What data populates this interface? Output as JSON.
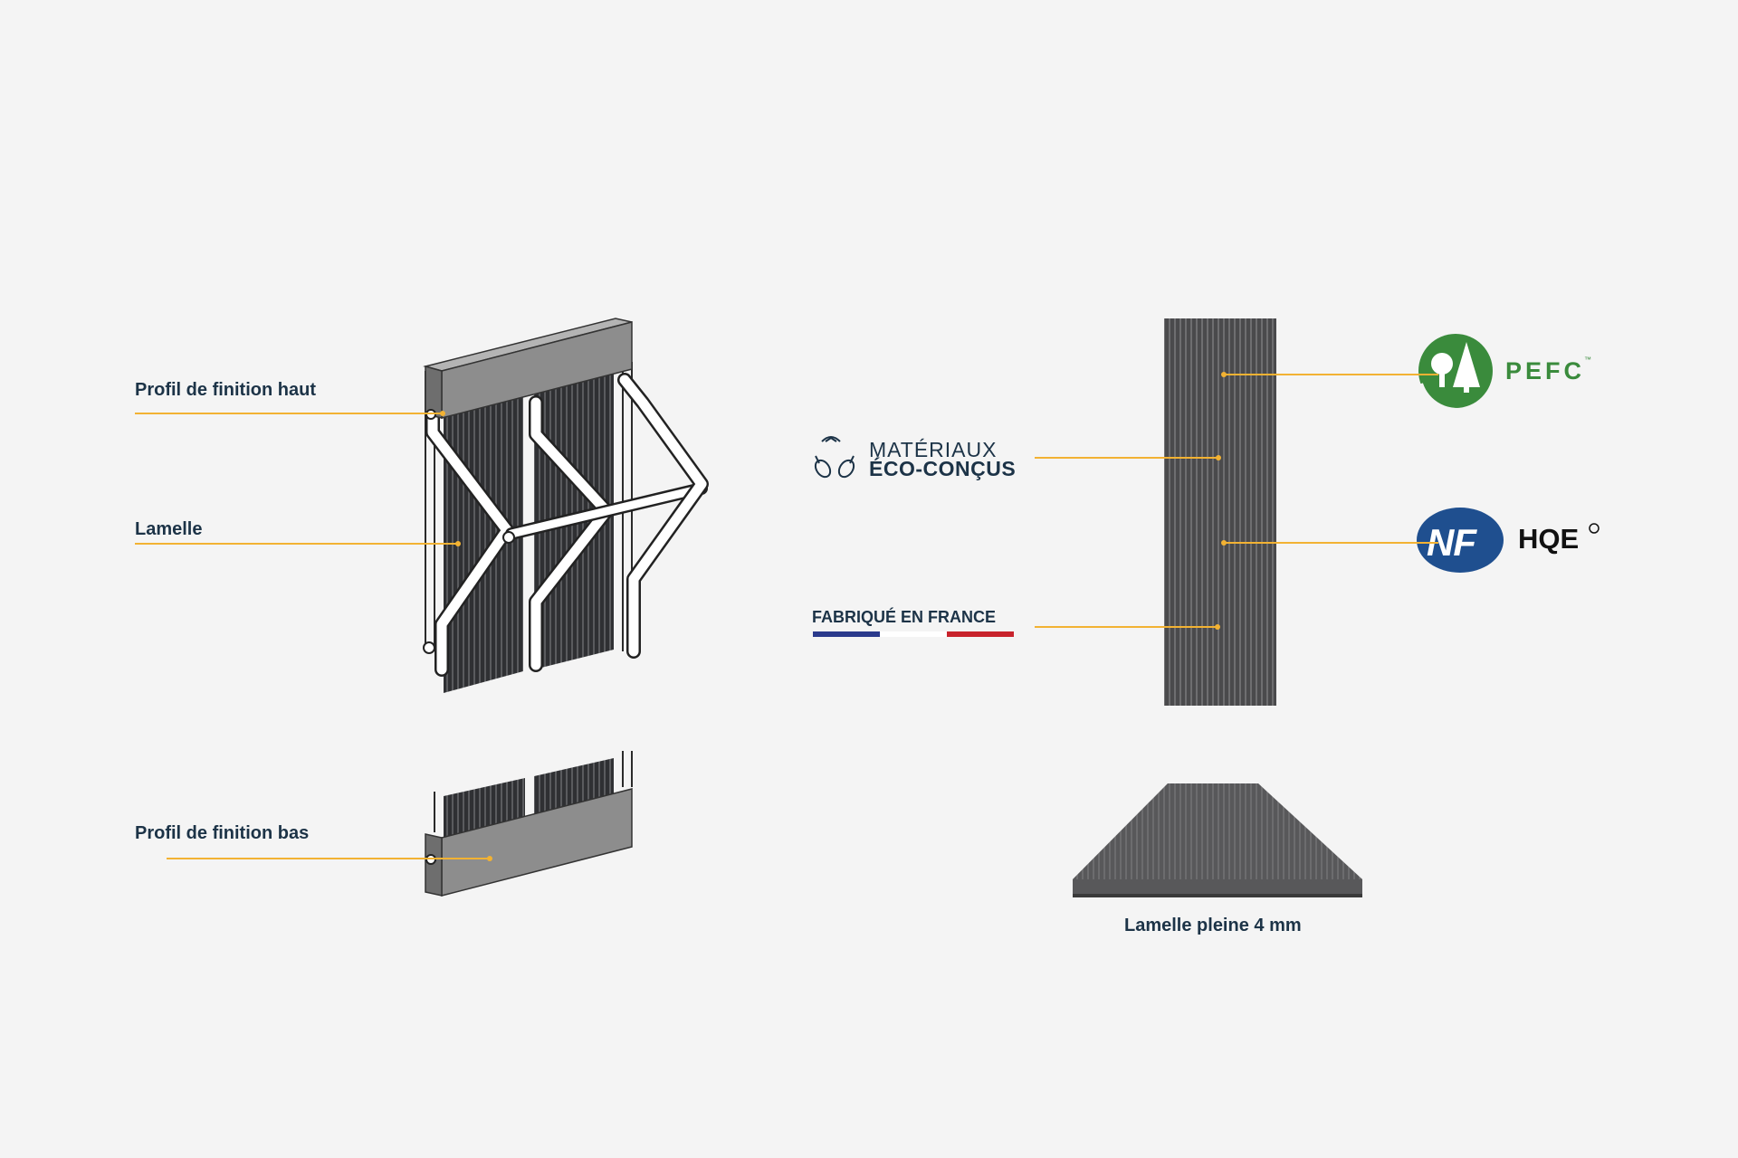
{
  "labels": {
    "profil_haut": "Profil de finition haut",
    "lamelle": "Lamelle",
    "profil_bas": "Profil de finition bas"
  },
  "badges": {
    "eco_line1": "MATÉRIAUX",
    "eco_line2": "ÉCO-CONÇUS",
    "fabrique": "FABRIQUÉ EN FRANCE",
    "pefc": "PEFC",
    "pefc_tm": "™",
    "nf": "NF",
    "hqe": "HQE"
  },
  "caption": "Lamelle pleine 4 mm",
  "colors": {
    "background": "#f4f4f4",
    "text": "#1c3347",
    "leader": "#f2b233",
    "pefc_green": "#3a8b3c",
    "nf_blue": "#1f4f8f",
    "france_blue": "#2b3a8c",
    "france_red": "#c8232c",
    "slat_dark": "#3a3a3c",
    "profile_grey": "#8d8d8d"
  },
  "icons": [
    "recycle-leaf-icon",
    "french-flag-bar",
    "pefc-tree-logo",
    "nf-oval-logo"
  ]
}
